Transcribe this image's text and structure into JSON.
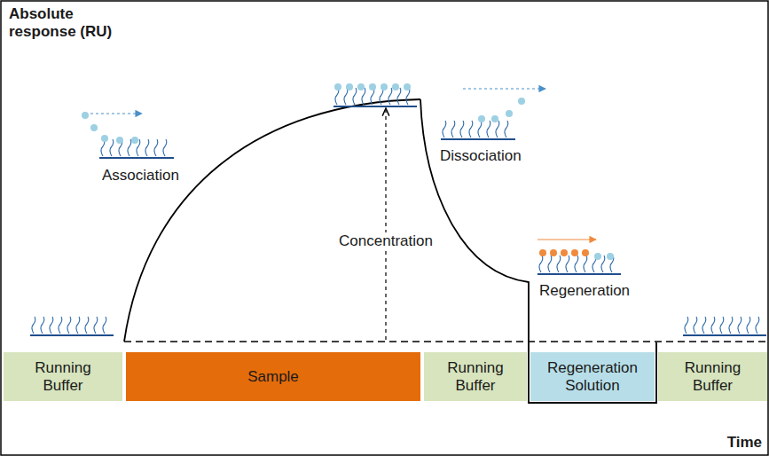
{
  "diagram": {
    "nodes": [
      {
        "text": [
          "Running Buffer"
        ]
      },
      {
        "text": [
          "Sample"
        ]
      },
      {
        "text": [
          "Running Buffer"
        ]
      },
      {
        "text": [
          "Regeneration Solution"
        ]
      },
      {
        "text": [
          "Running Buffer"
        ]
      }
    ],
    "labels": [
      "Absolute response (RU)",
      "Association",
      "Concentration",
      "Dissociation",
      "Regeneration",
      "Time"
    ]
  }
}
